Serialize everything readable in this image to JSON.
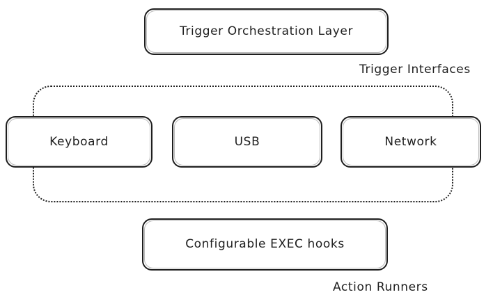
{
  "diagram": {
    "type": "block-diagram",
    "background_color": "#ffffff",
    "stroke_color": "#1e1e1e",
    "text_color": "#1e1e1e",
    "style": "hand-drawn",
    "nodes": [
      {
        "id": "orchestration",
        "label": "Trigger Orchestration Layer",
        "shape": "rounded-rectangle",
        "border": "solid"
      },
      {
        "id": "keyboard",
        "label": "Keyboard",
        "shape": "rounded-rectangle",
        "border": "solid"
      },
      {
        "id": "usb",
        "label": "USB",
        "shape": "rounded-rectangle",
        "border": "solid"
      },
      {
        "id": "network",
        "label": "Network",
        "shape": "rounded-rectangle",
        "border": "solid"
      },
      {
        "id": "exec-hooks",
        "label": "Configurable EXEC hooks",
        "shape": "rounded-rectangle",
        "border": "solid"
      }
    ],
    "groups": [
      {
        "id": "trigger-interfaces",
        "label": "Trigger Interfaces",
        "shape": "rounded-rectangle",
        "border": "dotted",
        "contains": [
          "keyboard",
          "usb",
          "network"
        ]
      }
    ],
    "labels": [
      {
        "id": "trigger-interfaces-label",
        "text": "Trigger Interfaces"
      },
      {
        "id": "action-runners-label",
        "text": "Action Runners"
      }
    ]
  }
}
